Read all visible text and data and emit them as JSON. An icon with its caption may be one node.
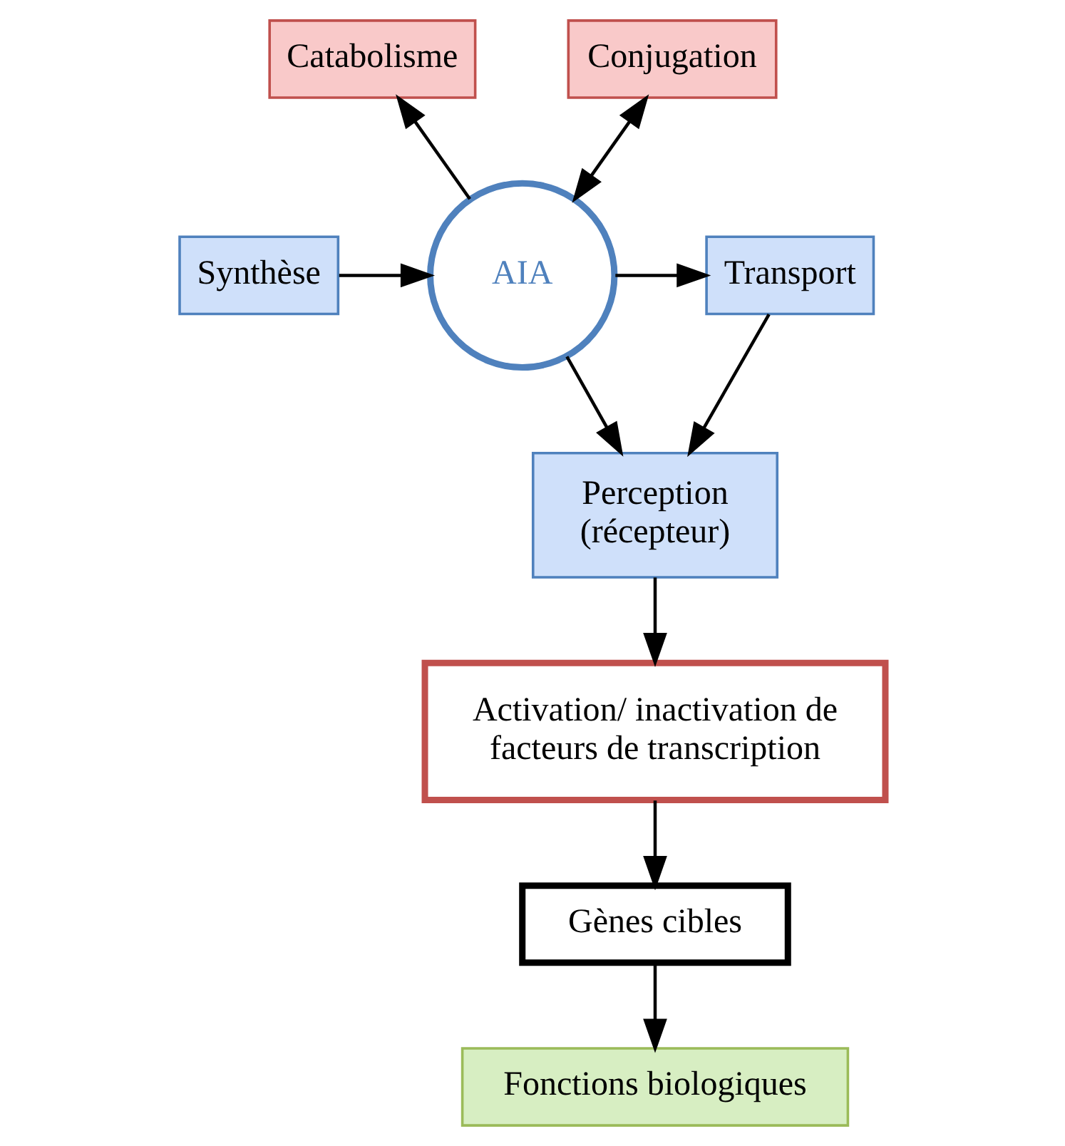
{
  "diagram": {
    "nodes": [
      {
        "text": [
          "Catabolisme"
        ]
      },
      {
        "text": [
          "Conjugation"
        ]
      },
      {
        "text": [
          "Synthèse"
        ]
      },
      {
        "text": [
          "AIA"
        ]
      },
      {
        "text": [
          "Transport"
        ]
      },
      {
        "text": [
          "Perception (récepteur)"
        ]
      },
      {
        "text": [
          "Activation/ inactivation de facteurs de transcription"
        ]
      },
      {
        "text": [
          "Gènes cibles"
        ]
      },
      {
        "text": [
          "Fonctions biologiques"
        ]
      }
    ],
    "edges": [
      {
        "from": 3,
        "to": 0,
        "arrow": "to"
      },
      {
        "from": 3,
        "to": 1,
        "arrow": "both"
      },
      {
        "from": 2,
        "to": 3,
        "arrow": "to"
      },
      {
        "from": 3,
        "to": 4,
        "arrow": "to"
      },
      {
        "from": 3,
        "to": 5,
        "arrow": "to"
      },
      {
        "from": 4,
        "to": 5,
        "arrow": "to"
      },
      {
        "from": 5,
        "to": 6,
        "arrow": "to"
      },
      {
        "from": 6,
        "to": 7,
        "arrow": "to"
      },
      {
        "from": 7,
        "to": 8,
        "arrow": "to"
      }
    ]
  }
}
